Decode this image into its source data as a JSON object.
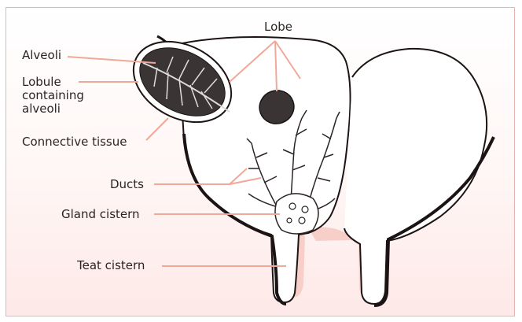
{
  "labels": {
    "alveoli": "Alveoli",
    "lobule_line1": "Lobule",
    "lobule_line2": "containing",
    "lobule_line3": "alveoli",
    "connective_tissue": "Connective tissue",
    "lobe": "Lobe",
    "ducts": "Ducts",
    "gland_cistern": "Gland cistern",
    "teat_cistern": "Teat cistern"
  },
  "colors": {
    "leader_line": "#f0a898",
    "outline": "#1c1414",
    "teat_fill": "#f7cfc8",
    "lobule_fill": "#3a3434",
    "frame_border": "#e8b4b4"
  }
}
